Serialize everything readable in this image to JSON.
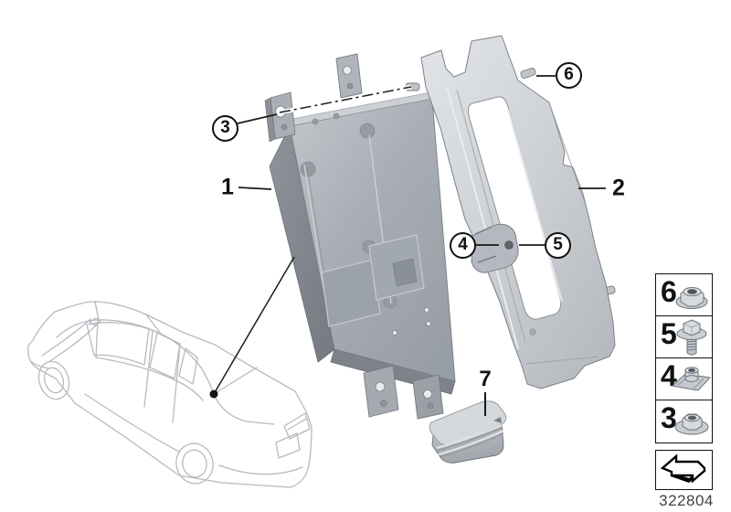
{
  "doc_number": "322804",
  "callouts": {
    "c1": "1",
    "c2": "2",
    "c3": "3",
    "c4": "4",
    "c5": "5",
    "c6": "6",
    "c7": "7"
  },
  "legend": {
    "items": [
      {
        "label": "6",
        "icon": "flange-nut-icon"
      },
      {
        "label": "5",
        "icon": "flange-screw-icon"
      },
      {
        "label": "4",
        "icon": "cage-nut-icon"
      },
      {
        "label": "3",
        "icon": "plastic-nut-icon"
      }
    ],
    "direction_arrow_icon": "direction-arrow-icon"
  },
  "colors": {
    "line": "#1a1a1a",
    "metal_light": "#d5d8dc",
    "metal_mid": "#a7acb3",
    "metal_dark": "#878c93",
    "sketch_line": "#b6babf"
  }
}
